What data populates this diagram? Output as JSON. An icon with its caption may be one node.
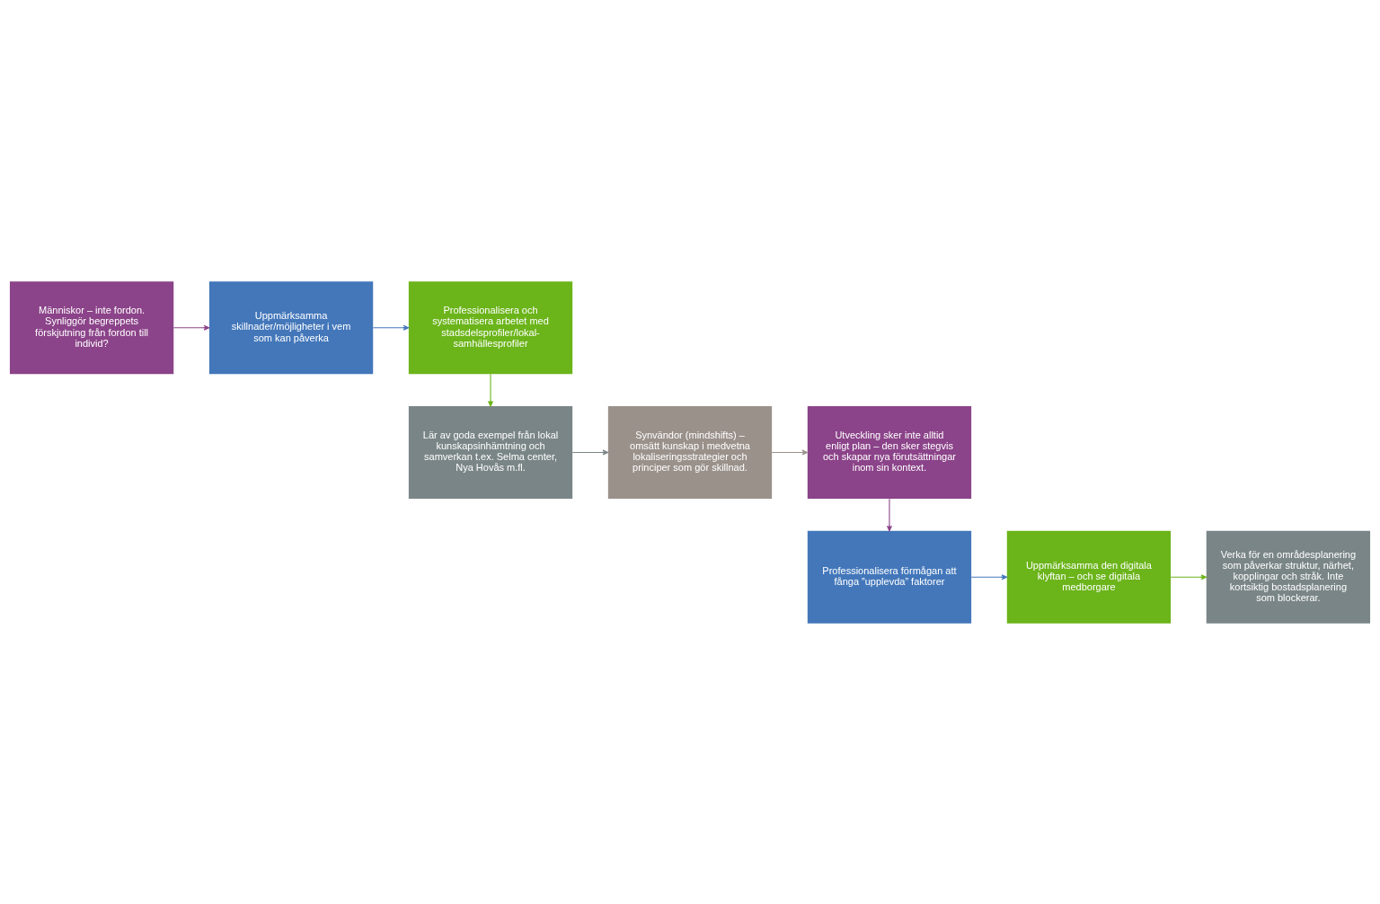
{
  "diagram": {
    "nodes": [
      {
        "text": [
          "Människor – inte fordon. Synliggör begreppets förskjutning från fordon till individ?"
        ]
      },
      {
        "text": [
          "Uppmärksamma skillnader/möjligheter i vem som kan påverka"
        ]
      },
      {
        "text": [
          "Professionalisera och systematisera arbetet med stadsdelsprofiler/lokal-samhällesprofiler"
        ]
      },
      {
        "text": [
          "Lär av goda exempel från lokal kunskapsinhämtning och samverkan t.ex. Selma center, Nya Hovås m.fl."
        ]
      },
      {
        "text": [
          "Synvändor (mindshifts) – omsätt kunskap i medvetna lokaliseringsstrategier och principer som gör skillnad."
        ]
      },
      {
        "text": [
          "Utveckling sker inte alltid enligt plan – den sker stegvis och skapar nya förutsättningar inom sin kontext."
        ]
      },
      {
        "text": [
          "Professionalisera förmågan att fånga ”upplevda” faktorer"
        ]
      },
      {
        "text": [
          "Uppmärksamma den digitala klyftan – och se digitala medborgare"
        ]
      },
      {
        "text": [
          "Verka för en områdesplanering som påverkar struktur, närhet, kopplingar och stråk. Inte kortsiktig bostadsplanering som blockerar."
        ]
      }
    ],
    "edges": [
      {
        "from": 0,
        "to": 1,
        "arrow": "to",
        "color": "#8b4389"
      },
      {
        "from": 1,
        "to": 2,
        "arrow": "to",
        "color": "#4377ba"
      },
      {
        "from": 2,
        "to": 3,
        "arrow": "to",
        "color": "#6bb41a"
      },
      {
        "from": 3,
        "to": 4,
        "arrow": "to",
        "color": "#7a8587"
      },
      {
        "from": 4,
        "to": 5,
        "arrow": "to",
        "color": "#9a918b"
      },
      {
        "from": 5,
        "to": 6,
        "arrow": "to",
        "color": "#8b4389"
      },
      {
        "from": 6,
        "to": 7,
        "arrow": "to",
        "color": "#4377ba"
      },
      {
        "from": 7,
        "to": 8,
        "arrow": "to",
        "color": "#6bb41a"
      }
    ]
  }
}
